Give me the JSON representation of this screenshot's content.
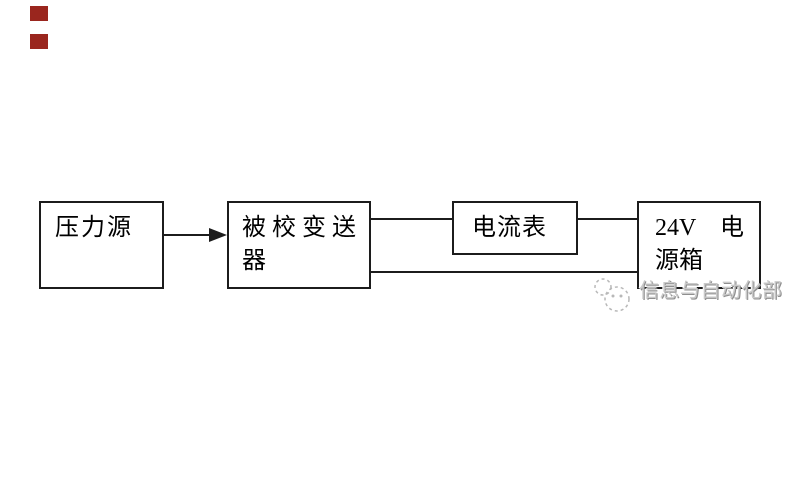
{
  "colors": {
    "background": "#ffffff",
    "line": "#1c1c1c",
    "text": "#000000",
    "watermark_text": "#c9c9c9",
    "watermark_shadow": "#8f8f8f",
    "watermark_logo": "#b8b8b8",
    "red_marker": "#9a261e"
  },
  "diagram": {
    "boxes": {
      "pressure_source": {
        "label": "压力源"
      },
      "transmitter": {
        "line1": "被校变送",
        "line2": "器"
      },
      "ammeter": {
        "label": "电流表"
      },
      "power_supply": {
        "line1_left": "24V",
        "line1_right": "电",
        "line2": "源箱"
      }
    }
  },
  "watermark": {
    "text": "信息与自动化部",
    "logo_icon": "sketch-circles-logo"
  }
}
